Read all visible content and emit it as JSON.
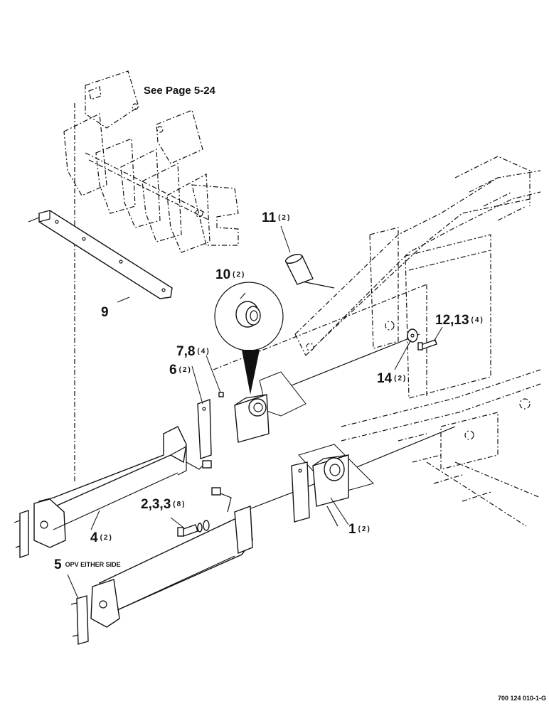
{
  "callouts": [
    {
      "id": "c1",
      "number": "1",
      "qty": "(2)"
    },
    {
      "id": "c2",
      "number": "2,3,3",
      "qty": "(8)"
    },
    {
      "id": "c4",
      "number": "4",
      "qty": "(2)"
    },
    {
      "id": "c5",
      "number": "5",
      "qty": "OPV EITHER SIDE"
    },
    {
      "id": "c6",
      "number": "6",
      "qty": "(2)"
    },
    {
      "id": "c7",
      "number": "7,8",
      "qty": "(4)"
    },
    {
      "id": "c9",
      "number": "9",
      "qty": ""
    },
    {
      "id": "c10",
      "number": "10",
      "qty": "(2)"
    },
    {
      "id": "c11",
      "number": "11",
      "qty": "(2)"
    },
    {
      "id": "c12",
      "number": "12,13",
      "qty": "(4)"
    },
    {
      "id": "c14",
      "number": "14",
      "qty": "(2)"
    }
  ],
  "reference_note": "See Page 5-24",
  "drawing_code": "700 124 010-1-G"
}
